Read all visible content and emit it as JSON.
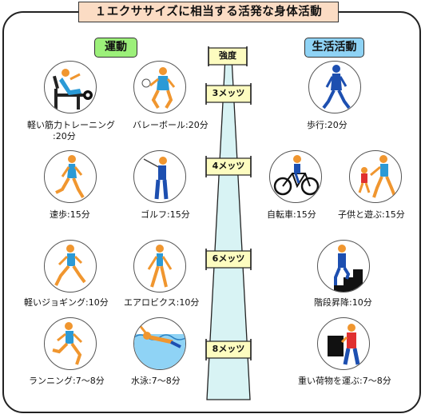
{
  "title": "１エクササイズに相当する活発な身体活動",
  "sections": {
    "exercise": "運動",
    "daily": "生活活動"
  },
  "intensity": {
    "header": "強度",
    "levels": [
      "3メッツ",
      "4メッツ",
      "6メッツ",
      "8メッツ"
    ]
  },
  "exercise_items": [
    {
      "label_line1": "軽い筋力トレーニング",
      "label_line2": ":20分",
      "icon": "weight-training-icon"
    },
    {
      "label_line1": "バレーボール:20分",
      "icon": "volleyball-icon"
    },
    {
      "label_line1": "速歩:15分",
      "icon": "brisk-walking-icon"
    },
    {
      "label_line1": "ゴルフ:15分",
      "icon": "golf-icon"
    },
    {
      "label_line1": "軽いジョギング:10分",
      "icon": "jogging-icon"
    },
    {
      "label_line1": "エアロビクス:10分",
      "icon": "aerobics-icon"
    },
    {
      "label_line1": "ランニング:7～8分",
      "icon": "running-icon"
    },
    {
      "label_line1": "水泳:7～8分",
      "icon": "swimming-icon"
    }
  ],
  "daily_items": [
    {
      "label_line1": "歩行:20分",
      "icon": "walking-icon"
    },
    {
      "label_line1": "自転車:15分",
      "icon": "bicycle-icon"
    },
    {
      "label_line1": "子供と遊ぶ:15分",
      "icon": "playing-with-children-icon"
    },
    {
      "label_line1": "階段昇降:10分",
      "icon": "stairs-icon"
    },
    {
      "label_line1": "重い荷物を運ぶ:7～8分",
      "icon": "carrying-luggage-icon"
    }
  ],
  "colors": {
    "title_bg": "#fbdcc4",
    "exercise_tag": "#9cf07a",
    "daily_tag": "#8fd3f5",
    "scale_fill": "#d8f3f4",
    "level_tag": "#fdfcc0",
    "skin": "#f0962f",
    "sportswear": "#2b9ad6",
    "suit": "#1d4fb0"
  }
}
